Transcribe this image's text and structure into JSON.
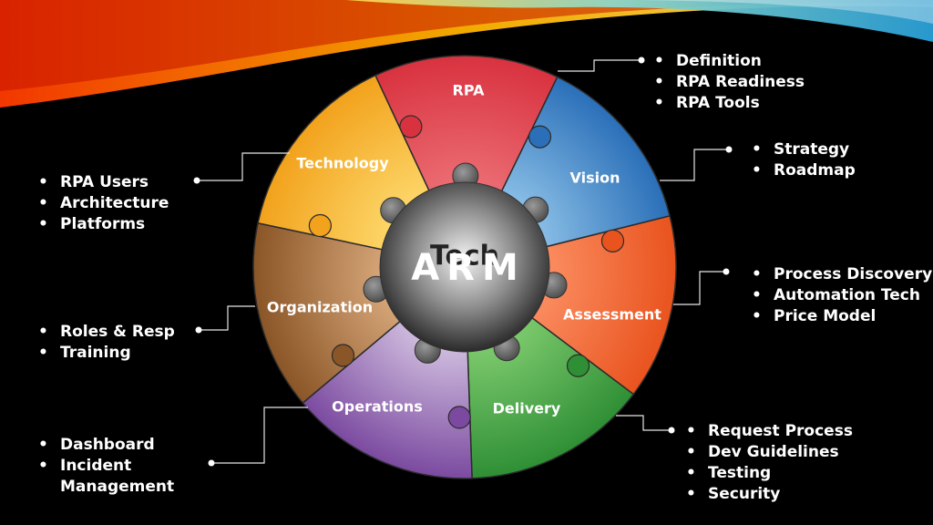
{
  "hub": {
    "title": "ARM",
    "ghost_text": "Tech"
  },
  "segments": [
    {
      "key": "rpa",
      "label": "RPA",
      "color": "#d8323f",
      "light": "#f07a7f",
      "items": [
        "Definition",
        "RPA Readiness",
        "RPA Tools"
      ]
    },
    {
      "key": "vision",
      "label": "Vision",
      "color": "#2a6fb8",
      "light": "#9fd0f0",
      "items": [
        "Strategy",
        "Roadmap"
      ]
    },
    {
      "key": "assessment",
      "label": "Assessment",
      "color": "#e9531e",
      "light": "#ff9a70",
      "items": [
        "Process Discovery",
        "Automation Tech",
        "Price Model"
      ]
    },
    {
      "key": "delivery",
      "label": "Delivery",
      "color": "#2f8f35",
      "light": "#8fd77a",
      "items": [
        "Request Process",
        "Dev Guidelines",
        "Testing",
        "Security"
      ]
    },
    {
      "key": "operations",
      "label": "Operations",
      "color": "#7b4aa0",
      "light": "#e2d6ec",
      "items": [
        "Dashboard",
        "Incident Management"
      ]
    },
    {
      "key": "organization",
      "label": "Organization",
      "color": "#8a5527",
      "light": "#e7b88a",
      "items": [
        "Roles & Resp",
        "Training"
      ]
    },
    {
      "key": "technology",
      "label": "Technology",
      "color": "#f2a21c",
      "light": "#ffe27a",
      "items": [
        "RPA Users",
        "Architecture",
        "Platforms"
      ]
    }
  ],
  "colors": {
    "background": "#000000",
    "hub_dark": "#2a2a2a",
    "hub_light": "#f2f2f2",
    "connector": "#e6e6e6"
  }
}
